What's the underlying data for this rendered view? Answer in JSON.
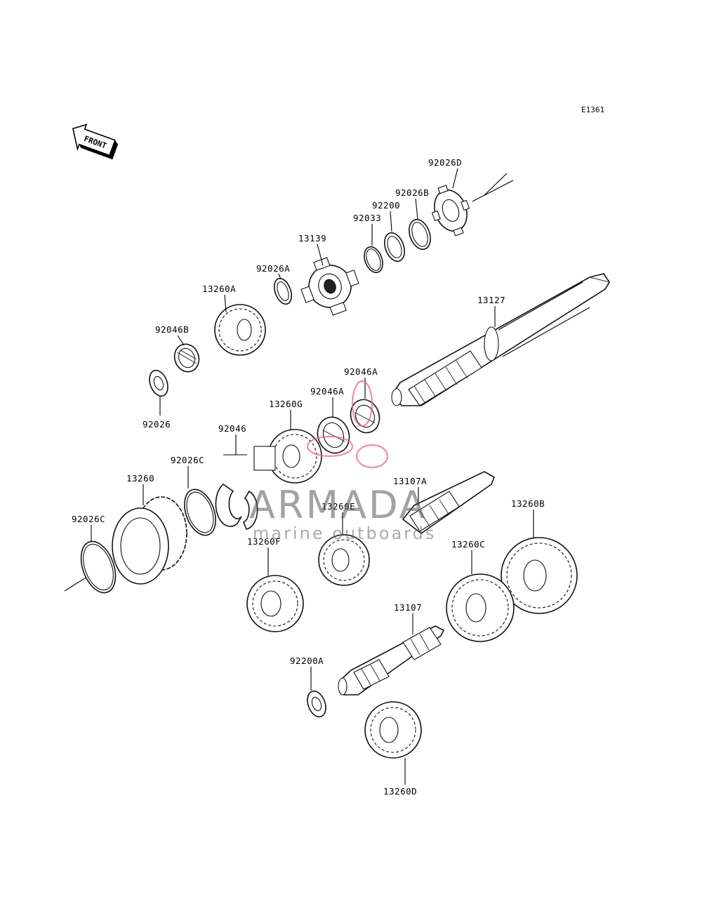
{
  "diagram": {
    "ref_code": "E1361",
    "front_label": "FRONT",
    "labels": {
      "p92026D": "92026D",
      "p92026B": "92026B",
      "p92200": "92200",
      "p92033": "92033",
      "p13139": "13139",
      "p92026A": "92026A",
      "p13260A": "13260A",
      "p92046B": "92046B",
      "p13127": "13127",
      "p92026": "92026",
      "p92046A_1": "92046A",
      "p92046A_2": "92046A",
      "p13260G": "13260G",
      "p92046": "92046",
      "p92026C_1": "92026C",
      "p13260": "13260",
      "p92026C_2": "92026C",
      "p13107A": "13107A",
      "p13260E": "13260E",
      "p13260B": "13260B",
      "p13260F": "13260F",
      "p13260C": "13260C",
      "p13107": "13107",
      "p92200A": "92200A",
      "p13260D": "13260D"
    }
  },
  "watermark": {
    "brand": "ARMADA",
    "tagline": "marine outboards",
    "color": "#e75a9a"
  }
}
